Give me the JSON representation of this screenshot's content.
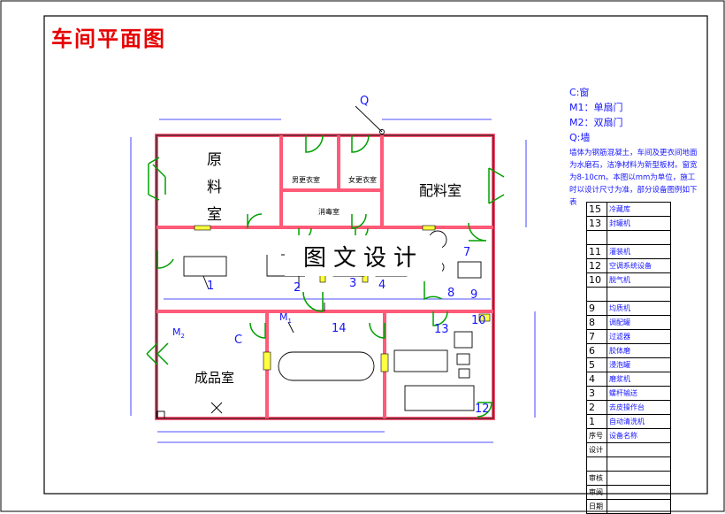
{
  "title": "车间平面图",
  "watermark": "图文设计",
  "legend": {
    "lines": [
      "C:窗",
      "M1：单扇门",
      "M2：双扇门",
      "Q:墙"
    ],
    "note": "墙体为钢筋混凝土，车间及更衣间地面为水磨石，洁净材料为新型板材。窗宽为8-10cm。本图以mm为单位，施工时以设计尺寸为准，部分设备图例如下表"
  },
  "rooms": {
    "raw": "原料室",
    "raw_chars": [
      "原",
      "料",
      "室"
    ],
    "mix": "配料室",
    "product": "成品室",
    "change_men": "男更衣室",
    "change_women": "女更衣室",
    "disinfect": "消毒室"
  },
  "marks": {
    "q": "Q",
    "c": "C",
    "m1": "M",
    "m1_sub": "1",
    "m2": "M",
    "m2_sub": "2"
  },
  "equipment_numbers": [
    "1",
    "2",
    "3",
    "4",
    "7",
    "8",
    "9",
    "10",
    "12",
    "13",
    "14"
  ],
  "table": {
    "rows": [
      {
        "no": "15",
        "name": "冷藏库"
      },
      {
        "no": "13",
        "name": "封罐机"
      },
      {
        "no": "",
        "name": ""
      },
      {
        "no": "11",
        "name": "灌装机"
      },
      {
        "no": "12",
        "name": "空调系统设备"
      },
      {
        "no": "10",
        "name": "脱气机"
      },
      {
        "no": "",
        "name": ""
      },
      {
        "no": "9",
        "name": "均质机"
      },
      {
        "no": "8",
        "name": "调配罐"
      },
      {
        "no": "7",
        "name": "过滤器"
      },
      {
        "no": "6",
        "name": "胶体磨"
      },
      {
        "no": "5",
        "name": "浸泡罐"
      },
      {
        "no": "4",
        "name": "磨浆机"
      },
      {
        "no": "3",
        "name": "螺杆输送"
      },
      {
        "no": "2",
        "name": "去皮操作台"
      },
      {
        "no": "1",
        "name": "自动清洗机"
      }
    ],
    "header": {
      "no": "序号",
      "name": "设备名称"
    },
    "sign_rows": [
      "设计",
      "",
      "审核",
      "审阅",
      "日期"
    ]
  }
}
